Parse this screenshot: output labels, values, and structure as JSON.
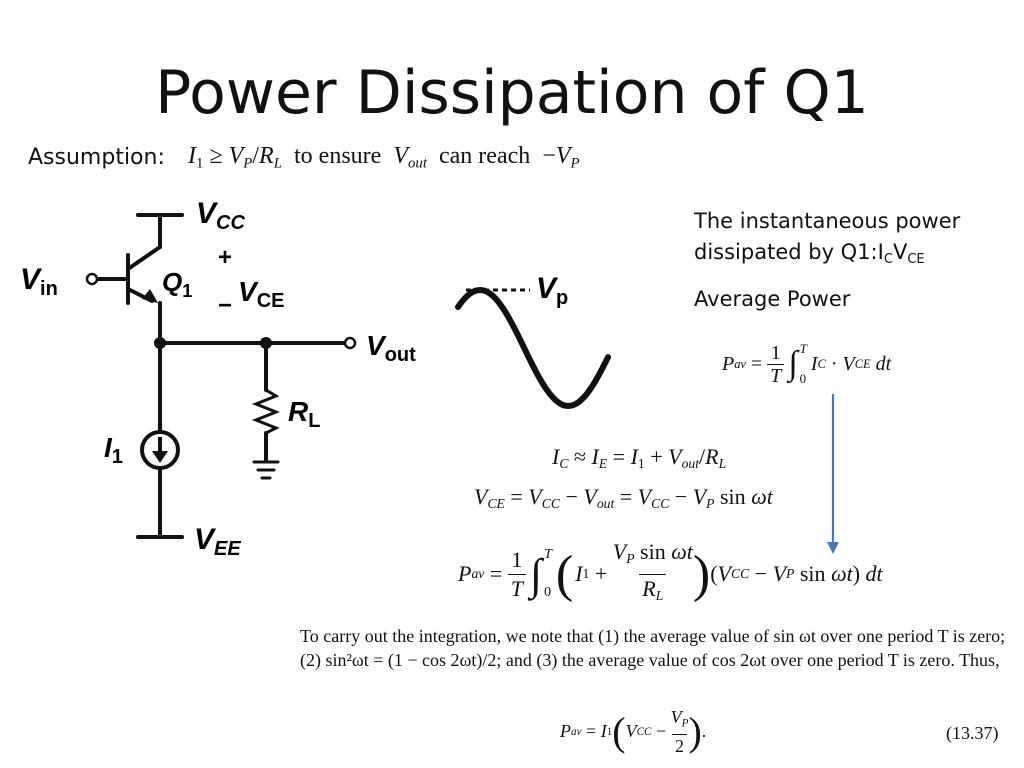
{
  "slide": {
    "title": "Power Dissipation of Q1",
    "assumption_label": "Assumption:",
    "assumption_formula": {
      "I": "I",
      "one": "1",
      "geq": "≥",
      "V": "V",
      "P": "P",
      "slash": "/",
      "R": "R",
      "L": "L",
      "to_ensure": "to ensure",
      "Vout_V": "V",
      "out": "out",
      "can_reach": "can reach",
      "minus": "−"
    },
    "instantaneous_text": "The instantaneous power dissipated by Q1:",
    "instantaneous_ic": "I",
    "instantaneous_ic_sub": "C",
    "instantaneous_vce": "V",
    "instantaneous_vce_sub": "CE",
    "average_power_label": "Average Power",
    "paragraph": "To carry out the integration, we note that (1) the average value of sin ωt over one period T is zero; (2) sin²ωt = (1 − cos 2ωt)/2; and (3) the average value of cos 2ωt over one period T is zero. Thus,",
    "equation_number": "(13.37)"
  },
  "circuit": {
    "vcc": "V",
    "vcc_sub": "CC",
    "vin": "V",
    "vin_sub": "in",
    "q1": "Q",
    "q1_sub": "1",
    "plus": "+",
    "minus": "−",
    "vce": "V",
    "vce_sub": "CE",
    "vout": "V",
    "vout_sub": "out",
    "rl": "R",
    "rl_sub": "L",
    "i1": "I",
    "i1_sub": "1",
    "vee": "V",
    "vee_sub": "EE"
  },
  "waveform": {
    "vp": "V",
    "vp_sub": "p"
  },
  "equations": {
    "pav_def": "P_av = (1/T) ∫₀ᵀ I_C · V_CE dt",
    "ic_eq": "I_C ≈ I_E = I_1 + V_out / R_L",
    "vce_eq": "V_CE = V_CC − V_out = V_CC − V_P sin ωt",
    "pav_expanded": "P_av = (1/T) ∫₀ᵀ (I_1 + V_P sin ωt / R_L)(V_CC − V_P sin ωt) dt",
    "pav_result": "P_av = I_1 (V_CC − V_P / 2)."
  },
  "colors": {
    "arrow": "#4a78b8",
    "text": "#111111",
    "background": "#ffffff"
  }
}
